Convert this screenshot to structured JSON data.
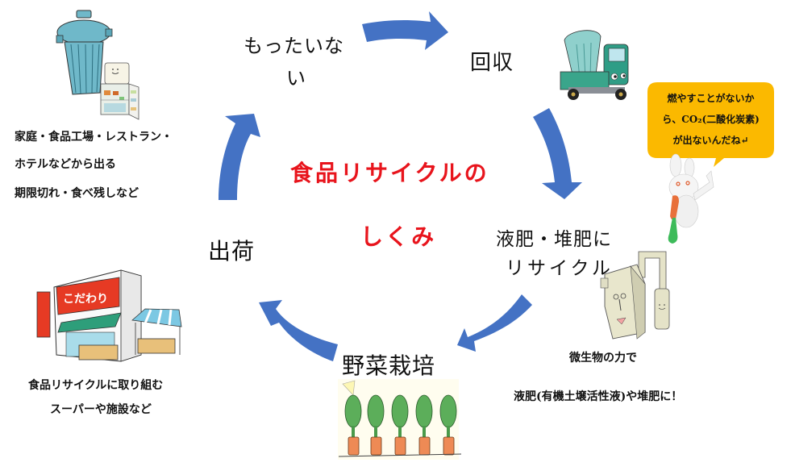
{
  "title": {
    "line1": "食品リサイクルの",
    "line2": "しくみ",
    "color": "#e8141c"
  },
  "arrow_color": "#4472c4",
  "stages": {
    "mottainai": {
      "line1": "もったいな",
      "line2": "い"
    },
    "kaishu": {
      "label": "回収"
    },
    "recycle": {
      "line1": "液肥・堆肥に",
      "line2": "リサイクル"
    },
    "yasai": {
      "label": "野菜栽培"
    },
    "shukka": {
      "label": "出荷"
    }
  },
  "captions": {
    "source": {
      "line1": "家庭・食品工場・レストラン・",
      "line2": "ホテルなどから出る",
      "line3": "期限切れ・食べ残しなど"
    },
    "microbe": {
      "line1": "微生物の力で",
      "line2": "液肥(有機土壌活性液)や堆肥に！"
    },
    "store": {
      "line1": "食品リサイクルに取り組む",
      "line2": "スーパーや施設など"
    }
  },
  "speech_bubble": {
    "line1": "燃やすことがないか",
    "line2": "ら、CO₂(二酸化炭素)",
    "line3": "が出ないんだね↵",
    "color": "#fbb900"
  },
  "illustrations": {
    "trash_fridge": "trash-can-and-fridge-illustration",
    "truck": "garbage-truck-illustration",
    "rabbit": "rabbit-mascot-with-carrot",
    "composter": "composting-machine-illustration",
    "carrots": "carrot-field-illustration",
    "store": "supermarket-store-illustration"
  }
}
